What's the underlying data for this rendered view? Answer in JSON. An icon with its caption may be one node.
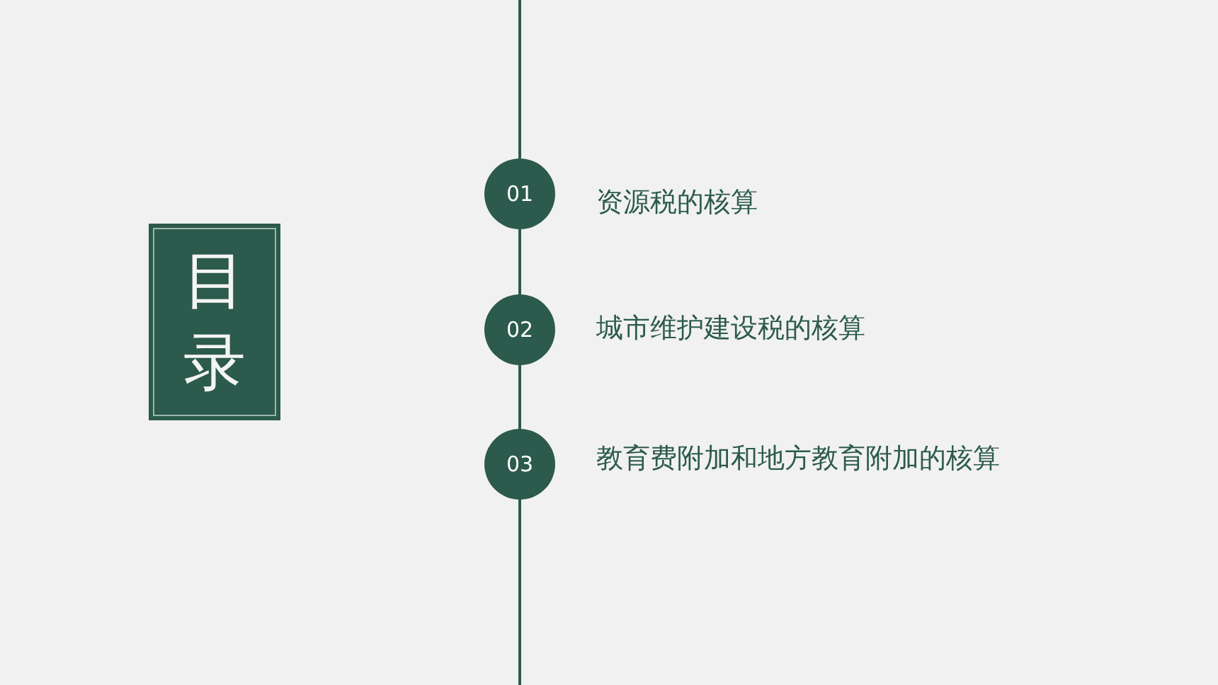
{
  "diagram": {
    "nodes": [
      {
        "text": [
          "目录"
        ]
      },
      {
        "text": [
          "01"
        ],
        "beside": [
          "资源税的核算"
        ]
      },
      {
        "text": [
          "02"
        ],
        "beside": [
          "城市维护建设税的核算"
        ]
      },
      {
        "text": [
          "03"
        ],
        "beside": [
          "教育费附加和地方教育附加的核算"
        ]
      }
    ],
    "edges": [
      {
        "from": 1,
        "to": 2,
        "arrow": "none"
      },
      {
        "from": 2,
        "to": 3,
        "arrow": "none"
      }
    ]
  }
}
